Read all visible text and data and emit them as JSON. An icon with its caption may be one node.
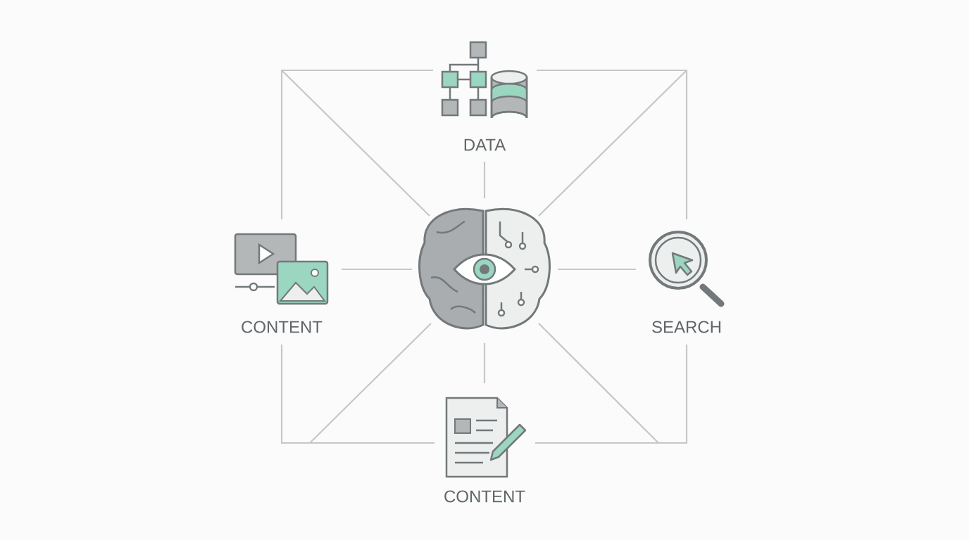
{
  "diagram": {
    "nodes": [
      {
        "text": [],
        "shape": "picture"
      },
      {
        "text": [
          "DATA"
        ]
      },
      {
        "text": [
          "CONTENT"
        ]
      },
      {
        "text": [
          "SEARCH"
        ]
      },
      {
        "text": [
          "CONTENT"
        ]
      }
    ],
    "edges": [
      {
        "from": 0,
        "to": 1,
        "arrow": "none"
      },
      {
        "from": 0,
        "to": 2,
        "arrow": "none"
      },
      {
        "from": 0,
        "to": 3,
        "arrow": "none"
      },
      {
        "from": 0,
        "to": 4,
        "arrow": "none"
      },
      {
        "from": 1,
        "to": 2,
        "arrow": "none"
      },
      {
        "from": 1,
        "to": 3,
        "arrow": "none"
      },
      {
        "from": 2,
        "to": 4,
        "arrow": "none"
      },
      {
        "from": 3,
        "to": 4,
        "arrow": "none"
      },
      {
        "from": 0,
        "to": null,
        "arrow": "none"
      },
      {
        "from": 0,
        "to": null,
        "arrow": "none"
      },
      {
        "from": 0,
        "to": null,
        "arrow": "none"
      },
      {
        "from": 0,
        "to": null,
        "arrow": "none"
      }
    ]
  }
}
